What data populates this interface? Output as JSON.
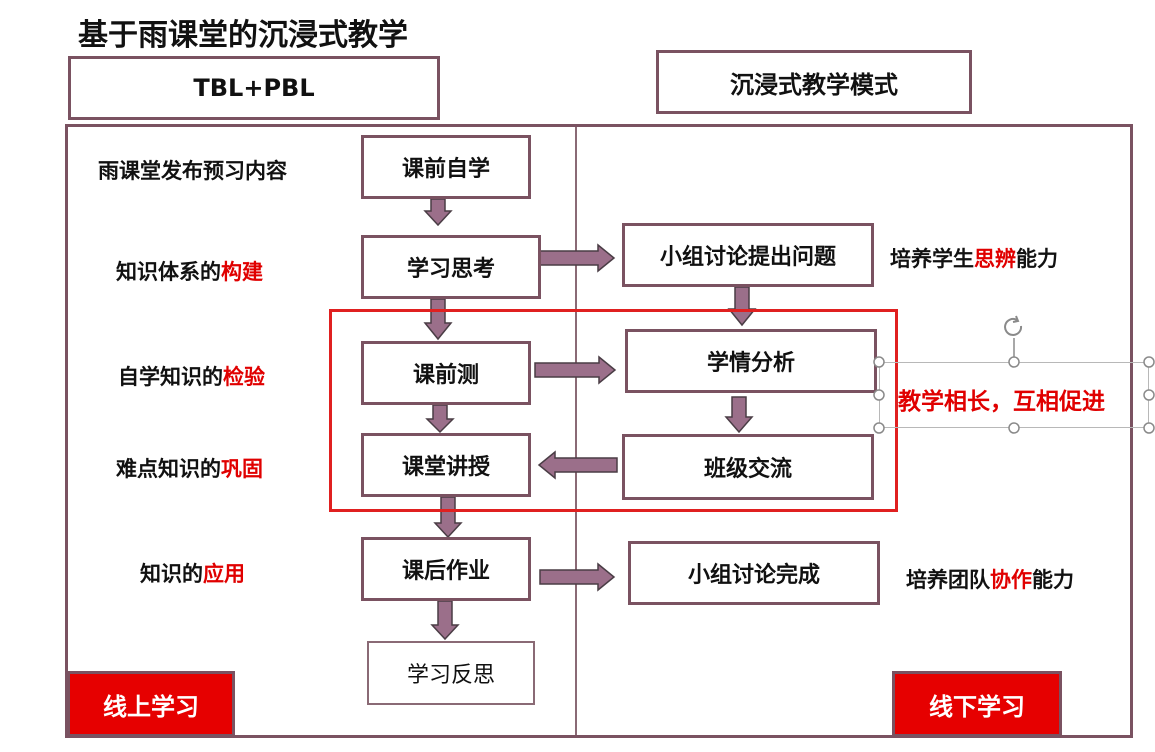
{
  "title": "基于雨课堂的沉浸式教学",
  "header_left": "TBL+PBL",
  "header_right": "沉浸式教学模式",
  "left_labels": [
    {
      "plain": "雨课堂发布预习内容",
      "emph": ""
    },
    {
      "plain": "知识体系的",
      "emph": "构建"
    },
    {
      "plain": "自学知识的",
      "emph": "检验"
    },
    {
      "plain": "难点知识的",
      "emph": "巩固"
    },
    {
      "plain": "知识的",
      "emph": "应用"
    }
  ],
  "center_boxes": [
    "课前自学",
    "学习思考",
    "课前测",
    "课堂讲授",
    "课后作业",
    "学习反思"
  ],
  "right_boxes": [
    "小组讨论提出问题",
    "学情分析",
    "班级交流",
    "小组讨论完成"
  ],
  "right_labels": [
    {
      "pre": "培养学生",
      "emph": "思辨",
      "post": "能力"
    },
    {
      "pre": "培养团队",
      "emph": "协作",
      "post": "能力"
    }
  ],
  "callout": "教学相长，互相促进",
  "tags": {
    "online": "线上学习",
    "offline": "线下学习"
  },
  "colors": {
    "border": "#7a5261",
    "arrow": "#9b6f8a",
    "accent_red": "#e60000",
    "highlight_frame": "#e02020"
  }
}
